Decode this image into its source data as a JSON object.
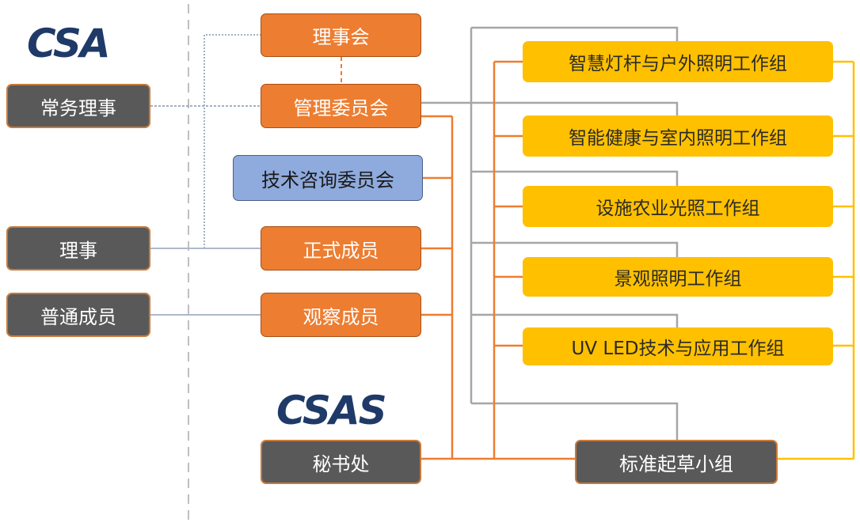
{
  "logos": {
    "csa": "CSA",
    "csas": "CSAS"
  },
  "left": {
    "executive_director": "常务理事",
    "director": "理事",
    "ordinary_member": "普通成员"
  },
  "center": {
    "board": "理事会",
    "management_committee": "管理委员会",
    "tech_advisory": "技术咨询委员会",
    "full_member": "正式成员",
    "observer_member": "观察成员",
    "secretariat": "秘书处"
  },
  "working_groups": [
    "智慧灯杆与户外照明工作组",
    "智能健康与室内照明工作组",
    "设施农业光照工作组",
    "景观照明工作组",
    "UV LED技术与应用工作组"
  ],
  "drafting_group": "标准起草小组",
  "colors": {
    "gray_box": "#595959",
    "orange_box": "#ed7d31",
    "blue_box": "#8faadc",
    "yellow_box": "#ffc000",
    "orange_line": "#ed7d31",
    "gray_line": "#a6a6a6",
    "blue_line": "#8497b0"
  }
}
